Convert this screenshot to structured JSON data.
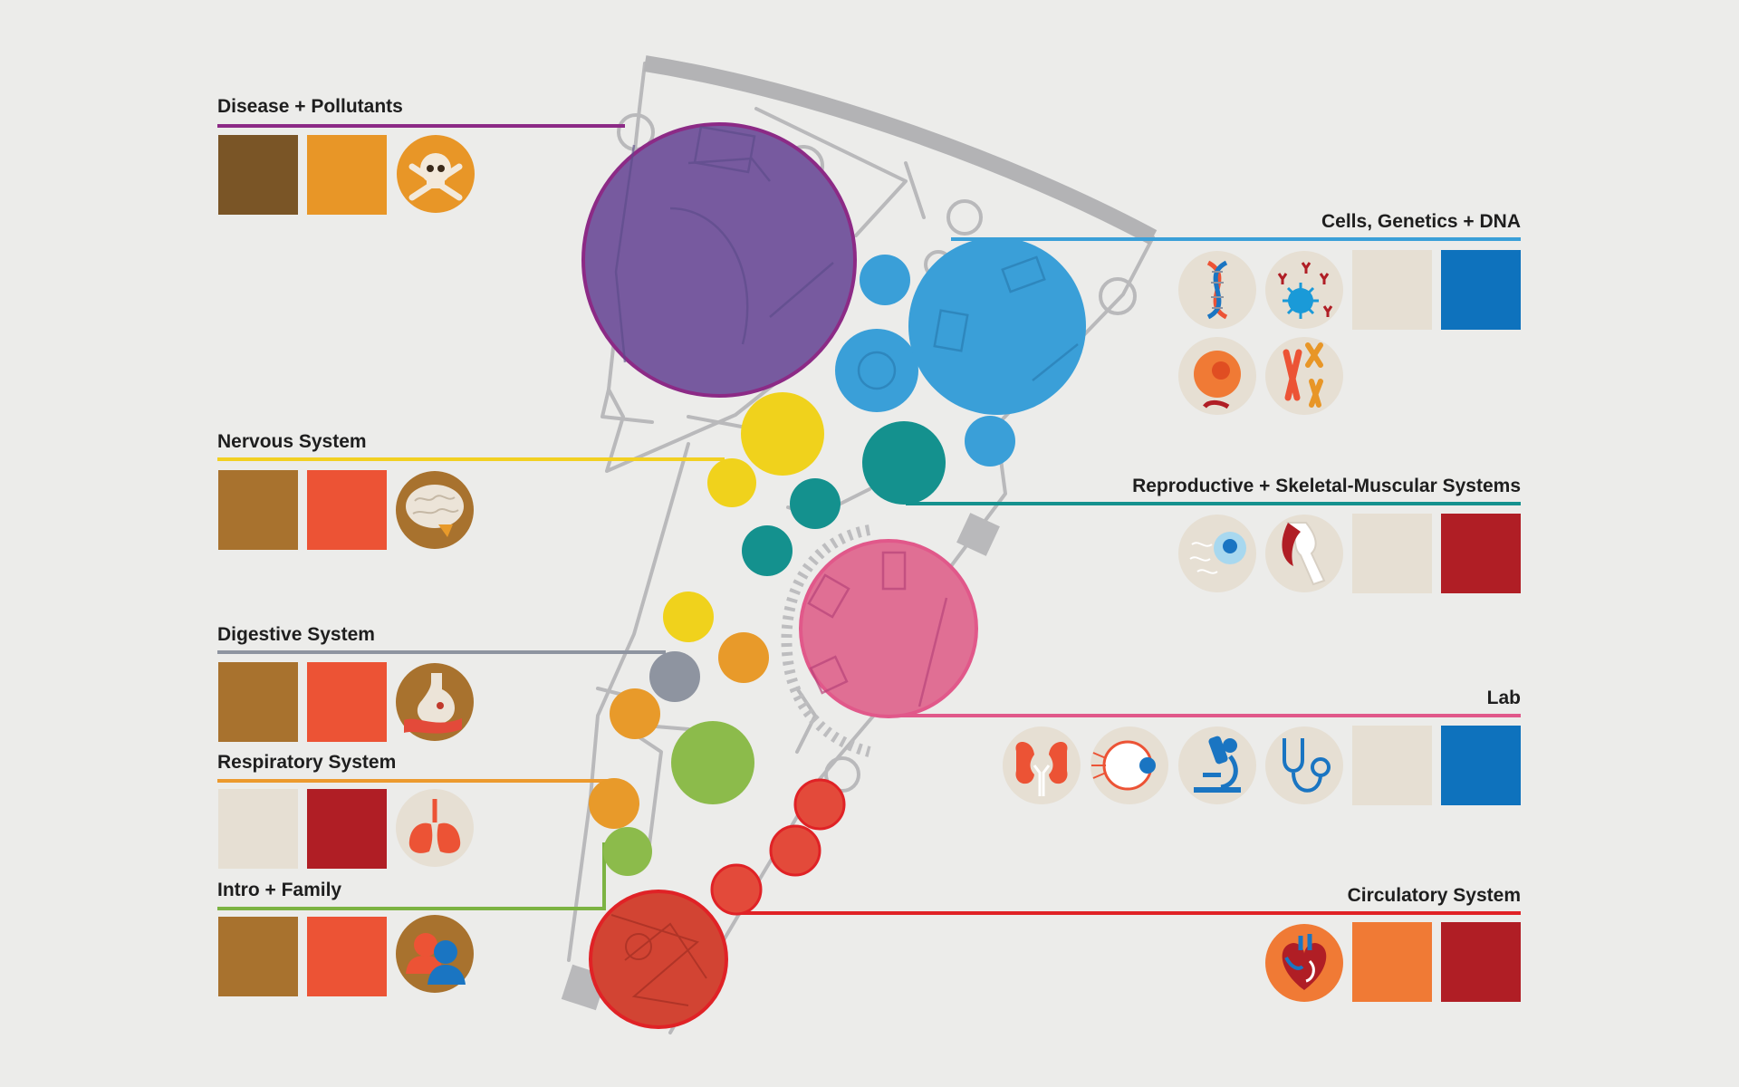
{
  "sections": {
    "disease": {
      "label": "Disease + Pollutants",
      "color": "#8c2a86",
      "swatches": [
        "#7a5526",
        "#e89627"
      ],
      "icon": "skull-crossbones-icon"
    },
    "nervous": {
      "label": "Nervous System",
      "color": "#f2d021",
      "swatches": [
        "#a8722e",
        "#ec5335"
      ],
      "icon": "brain-icon"
    },
    "digestive": {
      "label": "Digestive System",
      "color": "#8e94a0",
      "swatches": [
        "#a8722e",
        "#ec5335"
      ],
      "icon": "stomach-icon"
    },
    "respiratory": {
      "label": "Respiratory System",
      "color": "#ec9a2e",
      "swatches": [
        "#e6dfd3",
        "#b01e25"
      ],
      "icon": "lungs-icon"
    },
    "intro": {
      "label": "Intro + Family",
      "color": "#7cb342",
      "swatches": [
        "#a8722e",
        "#ec5335"
      ],
      "icon": "family-icon"
    },
    "cells": {
      "label": "Cells, Genetics + DNA",
      "color": "#3a9fd8",
      "swatches": [
        "#e6dfd3",
        "#0e72bd"
      ],
      "icons": [
        "dna-icon",
        "virus-antibody-icon",
        "cell-icon",
        "chromosome-icon"
      ]
    },
    "repro": {
      "label": "Reproductive + Skeletal-Muscular Systems",
      "color": "#14918e",
      "swatches": [
        "#e6dfd3",
        "#b01e25"
      ],
      "icons": [
        "egg-sperm-icon",
        "knee-joint-icon"
      ]
    },
    "lab": {
      "label": "Lab",
      "color": "#e1588a",
      "swatches": [
        "#e6dfd3",
        "#0e72bd"
      ],
      "icons": [
        "kidneys-icon",
        "eye-icon",
        "microscope-icon",
        "stethoscope-icon"
      ]
    },
    "circulatory": {
      "label": "Circulatory System",
      "color": "#e02226",
      "swatches": [
        "#f07a35",
        "#b01e25"
      ],
      "icon": "heart-icon"
    }
  }
}
